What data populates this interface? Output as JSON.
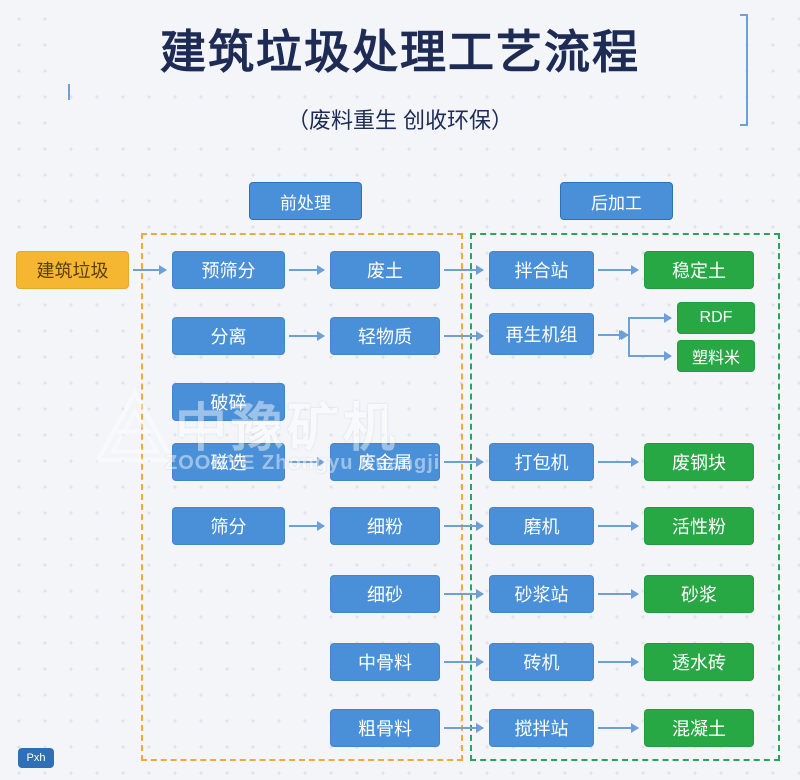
{
  "header": {
    "title": "建筑垃圾处理工艺流程",
    "subtitle": "（废料重生  创收环保）"
  },
  "groups": {
    "pre_label": "前处理",
    "post_label": "后加工"
  },
  "source": {
    "label": "建筑垃圾"
  },
  "columns": {
    "process": [
      {
        "label": "预筛分"
      },
      {
        "label": "分离"
      },
      {
        "label": "破碎"
      },
      {
        "label": "磁选"
      },
      {
        "label": "筛分"
      }
    ],
    "materials": [
      {
        "label": "废土"
      },
      {
        "label": "轻物质"
      },
      {
        "label": "废金属"
      },
      {
        "label": "细粉"
      },
      {
        "label": "细砂"
      },
      {
        "label": "中骨料"
      },
      {
        "label": "粗骨料"
      }
    ],
    "equipment": [
      {
        "label": "拌合站"
      },
      {
        "label": "再生机组"
      },
      {
        "label": "打包机"
      },
      {
        "label": "磨机"
      },
      {
        "label": "砂浆站"
      },
      {
        "label": "砖机"
      },
      {
        "label": "搅拌站"
      }
    ],
    "products": [
      {
        "label": "稳定土"
      },
      {
        "label": "RDF"
      },
      {
        "label": "塑料米"
      },
      {
        "label": "废钢块"
      },
      {
        "label": "活性粉"
      },
      {
        "label": "砂浆"
      },
      {
        "label": "透水砖"
      },
      {
        "label": "混凝土"
      }
    ]
  },
  "watermark": {
    "main": "中豫矿机",
    "sub": "ZOONYE  Zhongyu Kuangji"
  },
  "badge": {
    "label": "Pxh"
  },
  "colors": {
    "blue": "#4a90d9",
    "green": "#28a745",
    "orange": "#f5b731",
    "pre_border": "#f0a93b",
    "post_border": "#2aa457",
    "frame": "#6f9fd8",
    "title": "#1d2b55"
  }
}
